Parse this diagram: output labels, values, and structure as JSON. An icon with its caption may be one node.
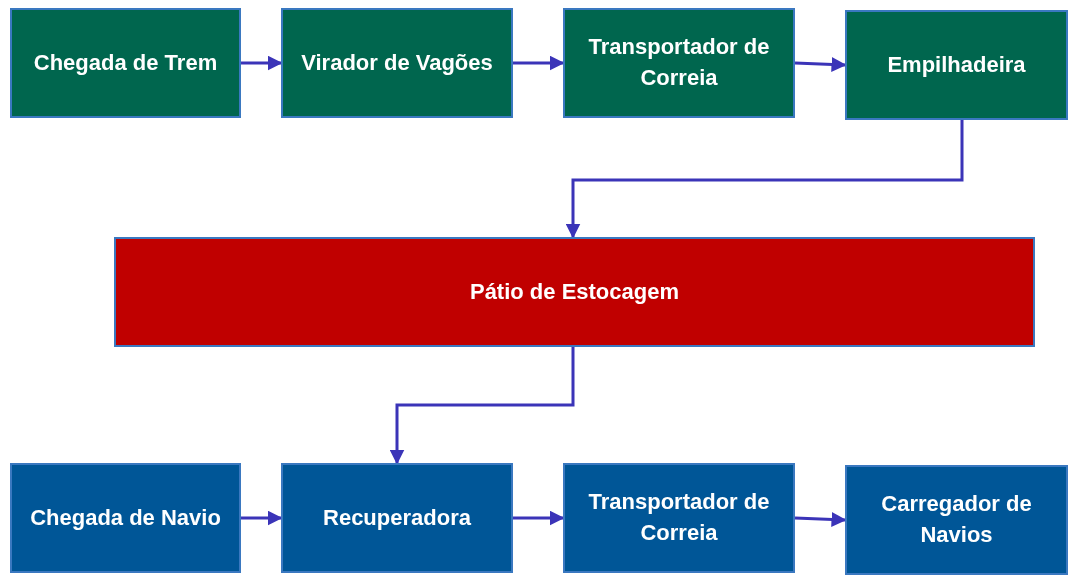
{
  "diagram": {
    "nodes": [
      {
        "text": [
          "Chegada de Trem"
        ]
      },
      {
        "text": [
          "Virador de Vagões"
        ]
      },
      {
        "text": [
          "Transportador de Correia"
        ]
      },
      {
        "text": [
          "Empilhadeira"
        ]
      },
      {
        "text": [
          "Pátio de Estocagem"
        ]
      },
      {
        "text": [
          "Chegada de Navio"
        ]
      },
      {
        "text": [
          "Recuperadora"
        ]
      },
      {
        "text": [
          "Transportador de Correia"
        ]
      },
      {
        "text": [
          "Carregador de Navios"
        ]
      }
    ],
    "edges": [
      {
        "from": 0,
        "to": 1,
        "arrow": "to"
      },
      {
        "from": 1,
        "to": 2,
        "arrow": "to"
      },
      {
        "from": 2,
        "to": 3,
        "arrow": "to"
      },
      {
        "from": 3,
        "to": 4,
        "arrow": "to"
      },
      {
        "from": 4,
        "to": 6,
        "arrow": "to"
      },
      {
        "from": 5,
        "to": 6,
        "arrow": "to"
      },
      {
        "from": 6,
        "to": 7,
        "arrow": "to"
      },
      {
        "from": 7,
        "to": 8,
        "arrow": "to"
      }
    ]
  }
}
